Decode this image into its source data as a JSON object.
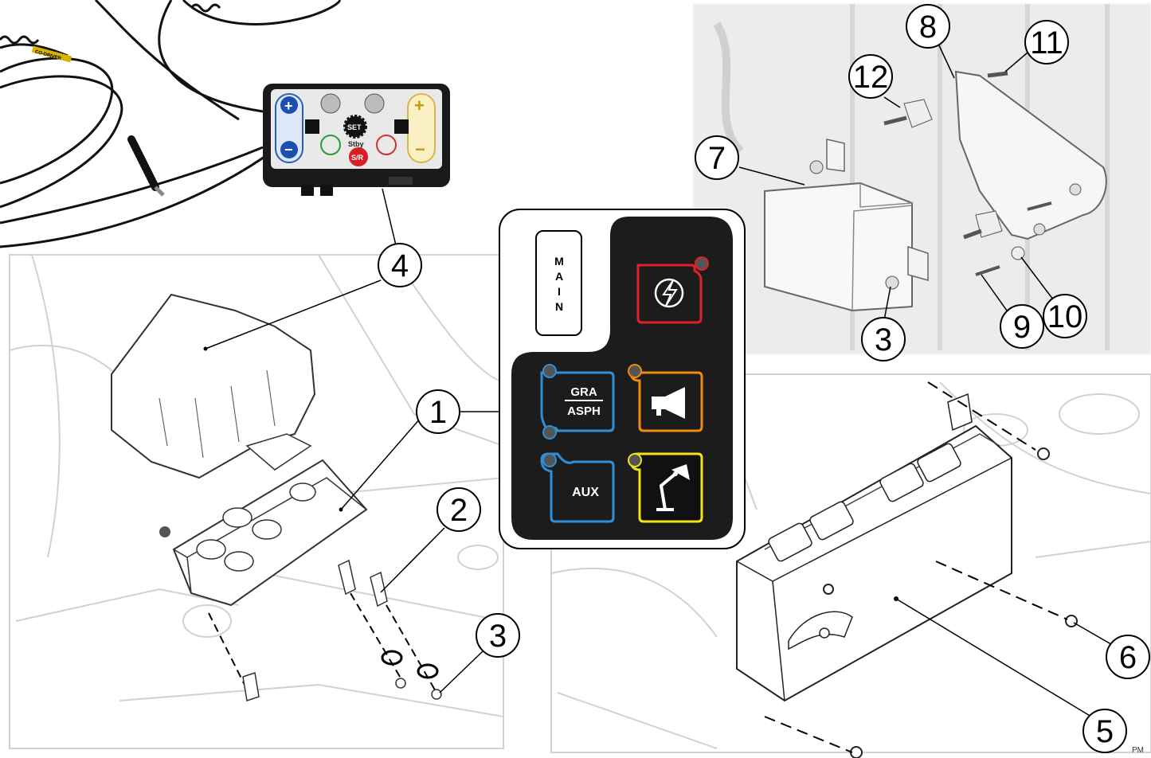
{
  "callouts": [
    {
      "id": "c1",
      "text": "1"
    },
    {
      "id": "c2",
      "text": "2"
    },
    {
      "id": "c3a",
      "text": "3"
    },
    {
      "id": "c3b",
      "text": "3"
    },
    {
      "id": "c4",
      "text": "4"
    },
    {
      "id": "c5",
      "text": "5"
    },
    {
      "id": "c6",
      "text": "6"
    },
    {
      "id": "c7",
      "text": "7"
    },
    {
      "id": "c8",
      "text": "8"
    },
    {
      "id": "c9",
      "text": "9"
    },
    {
      "id": "c10",
      "text": "10"
    },
    {
      "id": "c11",
      "text": "11"
    },
    {
      "id": "c12",
      "text": "12"
    }
  ],
  "switch_panel": {
    "main_letters": [
      "M",
      "A",
      "I",
      "N"
    ],
    "gra_line1": "GRA",
    "gra_line2": "ASPH",
    "aux": "AUX",
    "colors": {
      "bg": "#1c1c1c",
      "red": "#e0202a",
      "blue": "#2f8fd6",
      "orange": "#f08a12",
      "yellow": "#f2e21a"
    }
  },
  "intercom": {
    "set": "SET",
    "sr": "S/R",
    "stby": "Stby",
    "plus": "+",
    "minus": "−",
    "cable_tag": "CO-DRIVER"
  },
  "footer": {
    "pm": "PM"
  }
}
